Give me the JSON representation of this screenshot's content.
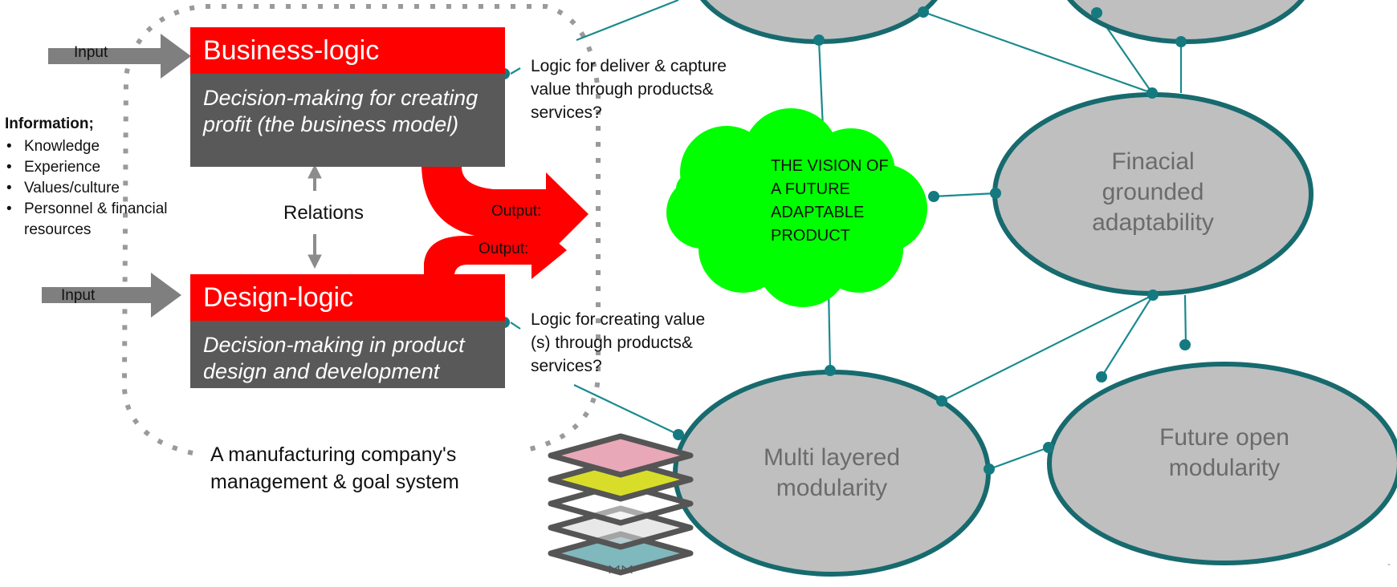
{
  "left_diagram": {
    "inputs": [
      "Input",
      "Input"
    ],
    "business_logic": {
      "title": "Business-logic",
      "body": "Decision-making  for creating profit (the business model)"
    },
    "design_logic": {
      "title": "Design-logic",
      "body": "Decision-making  in product design and development"
    },
    "relations_label": "Relations",
    "outputs": [
      "Output:",
      "Output:"
    ],
    "information": {
      "title": "Information;",
      "items": [
        "Knowledge",
        "Experience",
        "Values/culture",
        "Personnel & financial resources"
      ]
    },
    "business_logic_question": "Logic for deliver & capture value through products& services?",
    "design_logic_question": "Logic for creating value (s) through products& services?",
    "system_caption": "A manufacturing company's management & goal system"
  },
  "network": {
    "vision": "THE VISION OF A FUTURE ADAPTABLE PRODUCT",
    "nodes": {
      "financial": "Finacial grounded adaptability",
      "multi_layered": "Multi layered modularity",
      "future_open": "Future open modularity"
    }
  },
  "footer_mark": "-",
  "colors": {
    "red": "#ff0000",
    "dark_gray": "#595959",
    "teal": "#1a8a8e",
    "ellipse_fill": "#bfbfbf",
    "ellipse_stroke": "#176a6e",
    "cloud": "#00ff00"
  }
}
